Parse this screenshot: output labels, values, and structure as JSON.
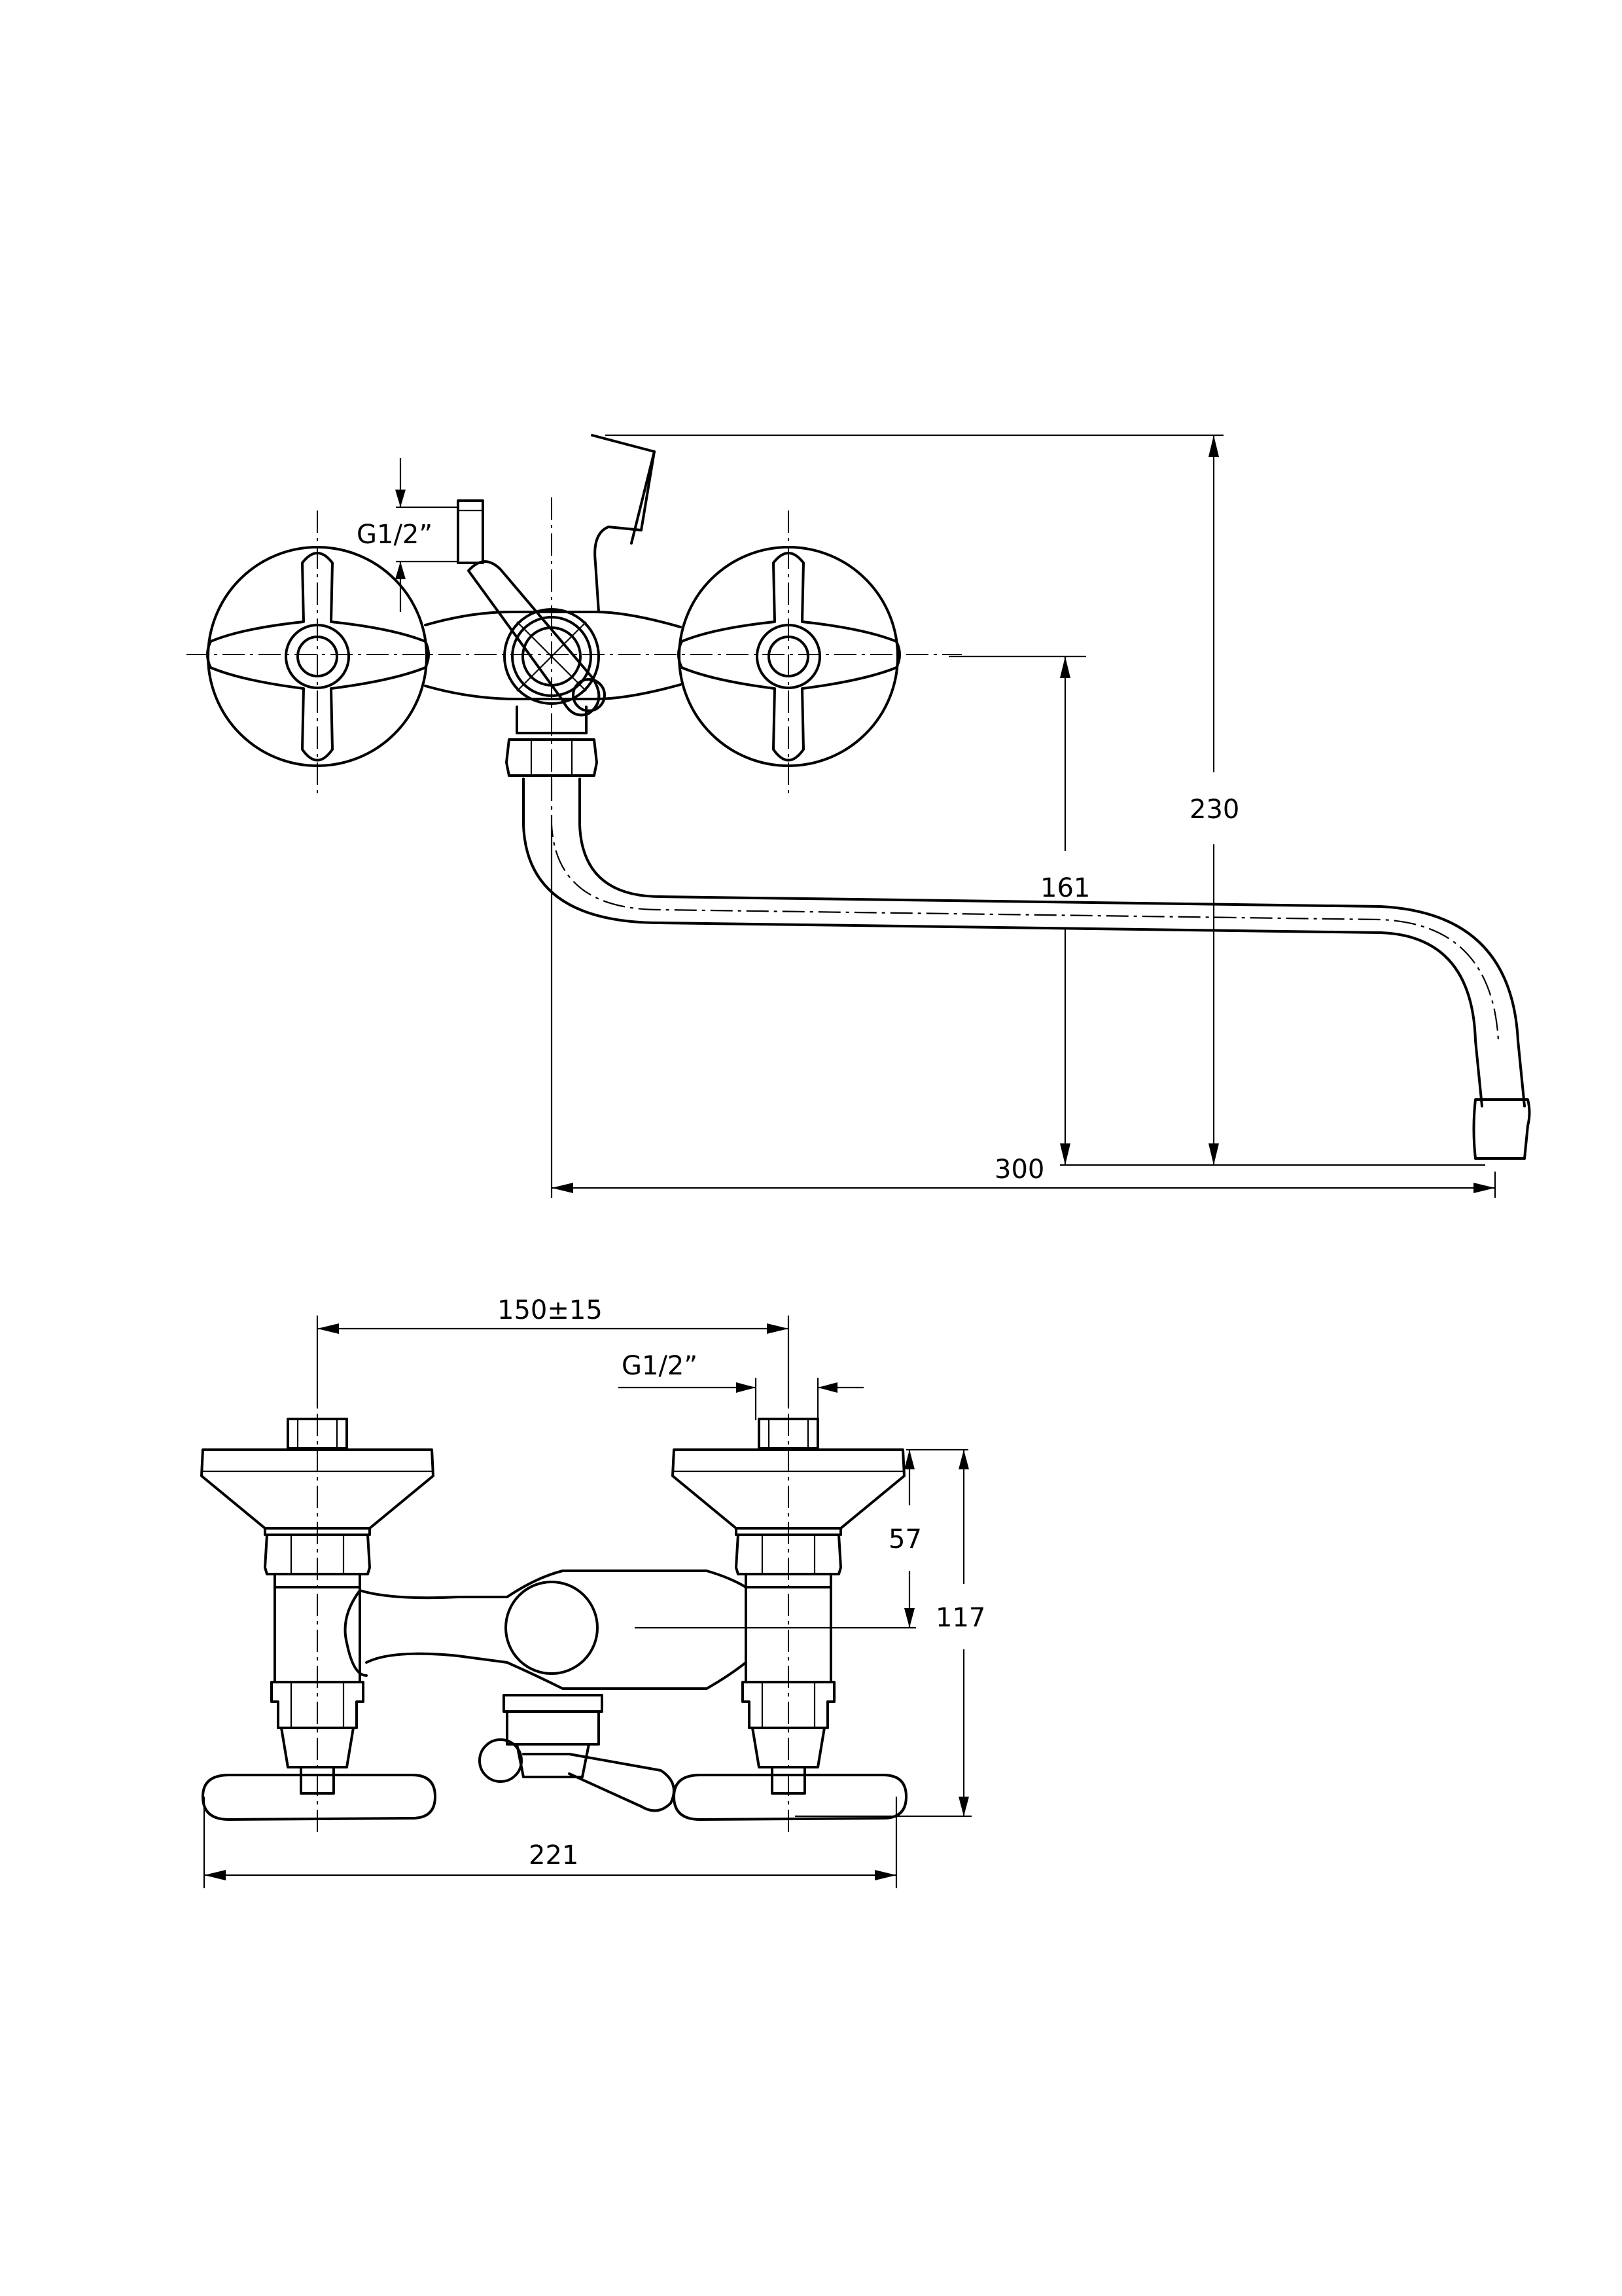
{
  "top_view": {
    "thread_label": "G1/2”",
    "dim_height_total": "230",
    "dim_height_spout": "161",
    "dim_spout_reach": "300"
  },
  "front_view": {
    "dim_inlet_spacing": "150±15",
    "thread_label": "G1/2”",
    "dim_height_upper": "57",
    "dim_height_total": "117",
    "dim_width_total": "221"
  }
}
